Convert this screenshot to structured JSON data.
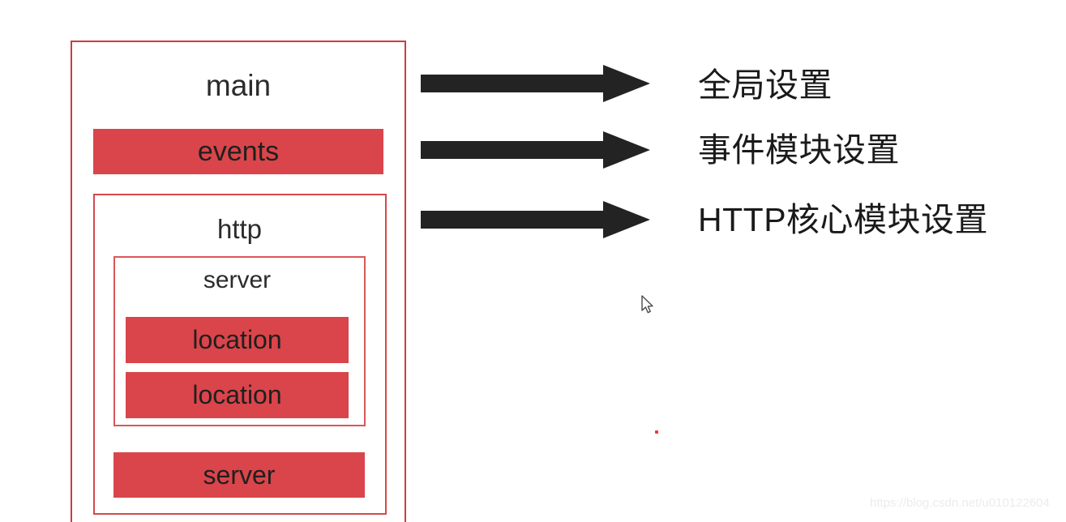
{
  "diagram": {
    "title_semantic": "nginx-configuration-structure",
    "colors": {
      "bar_fill": "#d9454a",
      "outer_border": "#cf3b3f",
      "http_border": "#d2494d",
      "server_border": "#d9575b",
      "arrow": "#232323",
      "text": "#1a1a1a",
      "watermark": "#ececec"
    },
    "blocks": {
      "main": "main",
      "events": "events",
      "http": "http",
      "server_inner": "server",
      "location_1": "location",
      "location_2": "location",
      "server_outer": "server"
    }
  },
  "annotations": [
    {
      "label": "全局设置"
    },
    {
      "label": "事件模块设置"
    },
    {
      "label": "HTTP核心模块设置"
    }
  ],
  "arrows": [
    {
      "name": "arrow-to-global-settings"
    },
    {
      "name": "arrow-to-events-module-settings"
    },
    {
      "name": "arrow-to-http-core-module-settings"
    }
  ],
  "watermark": {
    "text": "https://blog.csdn.net/u010122604"
  }
}
